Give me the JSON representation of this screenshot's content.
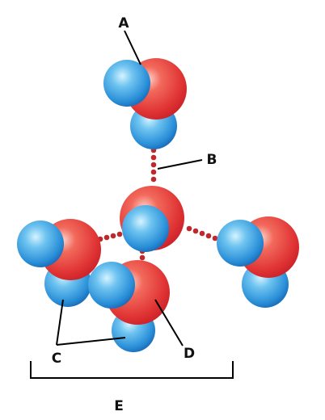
{
  "labels": {
    "a": "A",
    "b": "B",
    "c": "C",
    "d": "D",
    "e": "E"
  },
  "colors": {
    "oxygen": "#e83c3c",
    "hydrogen": "#2a90d8",
    "hydrogen_bond": "#c0282c",
    "leader_line": "#000000"
  }
}
